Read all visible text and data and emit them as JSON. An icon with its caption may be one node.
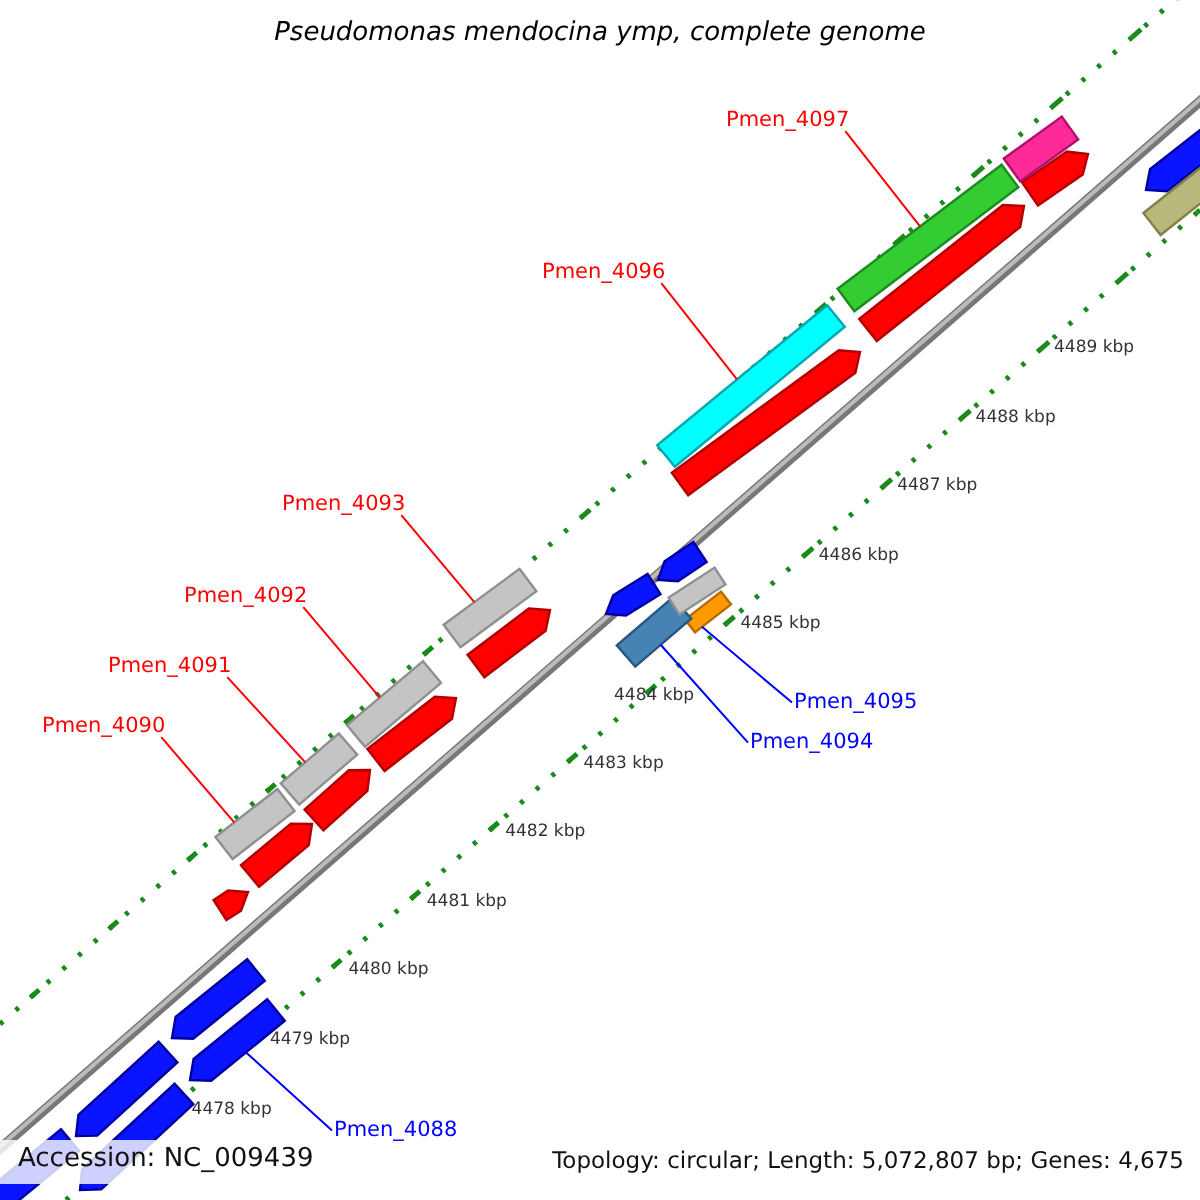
{
  "diagram": {
    "title": "Pseudomonas mendocina ymp, complete genome",
    "nodes": [
      {
        "text": [
          "Pmen_4097"
        ]
      },
      {
        "text": [],
        "shape": "bar"
      },
      {
        "text": [
          "Pmen_4096"
        ]
      },
      {
        "text": [],
        "shape": "bar"
      },
      {
        "text": [
          "Pmen_4093"
        ]
      },
      {
        "text": [],
        "shape": "bar"
      },
      {
        "text": [
          "Pmen_4092"
        ]
      },
      {
        "text": [],
        "shape": "bar"
      },
      {
        "text": [
          "Pmen_4091"
        ]
      },
      {
        "text": [],
        "shape": "bar"
      },
      {
        "text": [
          "Pmen_4090"
        ]
      },
      {
        "text": [],
        "shape": "bar"
      },
      {
        "text": [
          "Pmen_4095"
        ]
      },
      {
        "text": [],
        "shape": "bar"
      },
      {
        "text": [
          "Pmen_4094"
        ]
      },
      {
        "text": [],
        "shape": "bar"
      },
      {
        "text": [
          "Pmen_4088"
        ]
      },
      {
        "text": [],
        "shape": "arrow"
      },
      {
        "text": [],
        "shape": "arrow"
      },
      {
        "text": [],
        "shape": "arrow"
      },
      {
        "text": [],
        "shape": "arrow"
      },
      {
        "text": [],
        "shape": "arrow"
      },
      {
        "text": [],
        "shape": "arrow"
      },
      {
        "text": [],
        "shape": "arrow"
      },
      {
        "text": [],
        "shape": "arrow"
      },
      {
        "text": [],
        "shape": "arrow"
      },
      {
        "text": [],
        "shape": "bar"
      },
      {
        "text": [],
        "shape": "arrow"
      },
      {
        "text": [],
        "shape": "arrow"
      },
      {
        "text": [],
        "shape": "bar"
      },
      {
        "text": [],
        "shape": "arrow"
      },
      {
        "text": [],
        "shape": "arrow"
      },
      {
        "text": [],
        "shape": "arrow"
      },
      {
        "text": [],
        "shape": "arrow"
      },
      {
        "text": [],
        "shape": "arrow"
      },
      {
        "text": [],
        "shape": "bar"
      }
    ],
    "edges": [
      {
        "from": 0,
        "to": 1,
        "arrow": "none"
      },
      {
        "from": 2,
        "to": 3,
        "arrow": "none"
      },
      {
        "from": 4,
        "to": 5,
        "arrow": "none"
      },
      {
        "from": 6,
        "to": 7,
        "arrow": "none"
      },
      {
        "from": 8,
        "to": 9,
        "arrow": "none"
      },
      {
        "from": 10,
        "to": 11,
        "arrow": "none"
      },
      {
        "from": 12,
        "to": 13,
        "arrow": "none",
        "color": "#0000ff"
      },
      {
        "from": 14,
        "to": 15,
        "arrow": "none",
        "color": "#0000ff"
      },
      {
        "from": 16,
        "to": 17,
        "arrow": "none",
        "color": "#0000ff"
      }
    ],
    "labels": [
      "4489 kbp",
      "4488 kbp",
      "4487 kbp",
      "4486 kbp",
      "4485 kbp",
      "4484 kbp",
      "4483 kbp",
      "4482 kbp",
      "4481 kbp",
      "4480 kbp",
      "4479 kbp",
      "4478 kbp",
      "Accession: NC_009439",
      "Topology: circular; Length: 5,072,807 bp; Genes: 4,675"
    ]
  }
}
